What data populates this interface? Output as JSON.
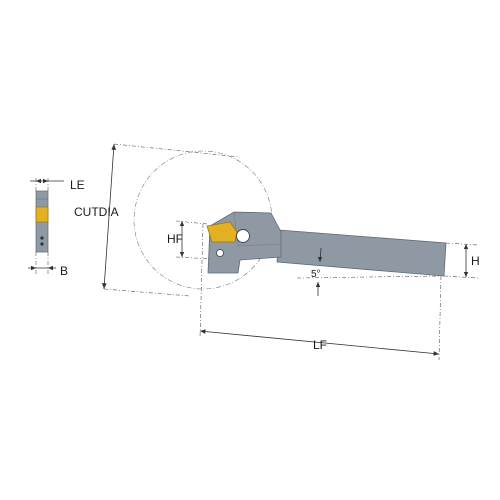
{
  "labels": {
    "le": "LE",
    "b": "B",
    "cutdia": "CUTDIA",
    "hf": "HF",
    "h": "H",
    "lf": "LF",
    "angle": "5°"
  },
  "colors": {
    "body": "#8f99a3",
    "body_edge": "#5f6a74",
    "insert": "#e3b024",
    "insert_edge": "#9a7410",
    "dimension": "#333333"
  },
  "icons": {
    "clamp_screw": "clamp-screw-icon",
    "coolant_hole": "coolant-hole-icon"
  }
}
